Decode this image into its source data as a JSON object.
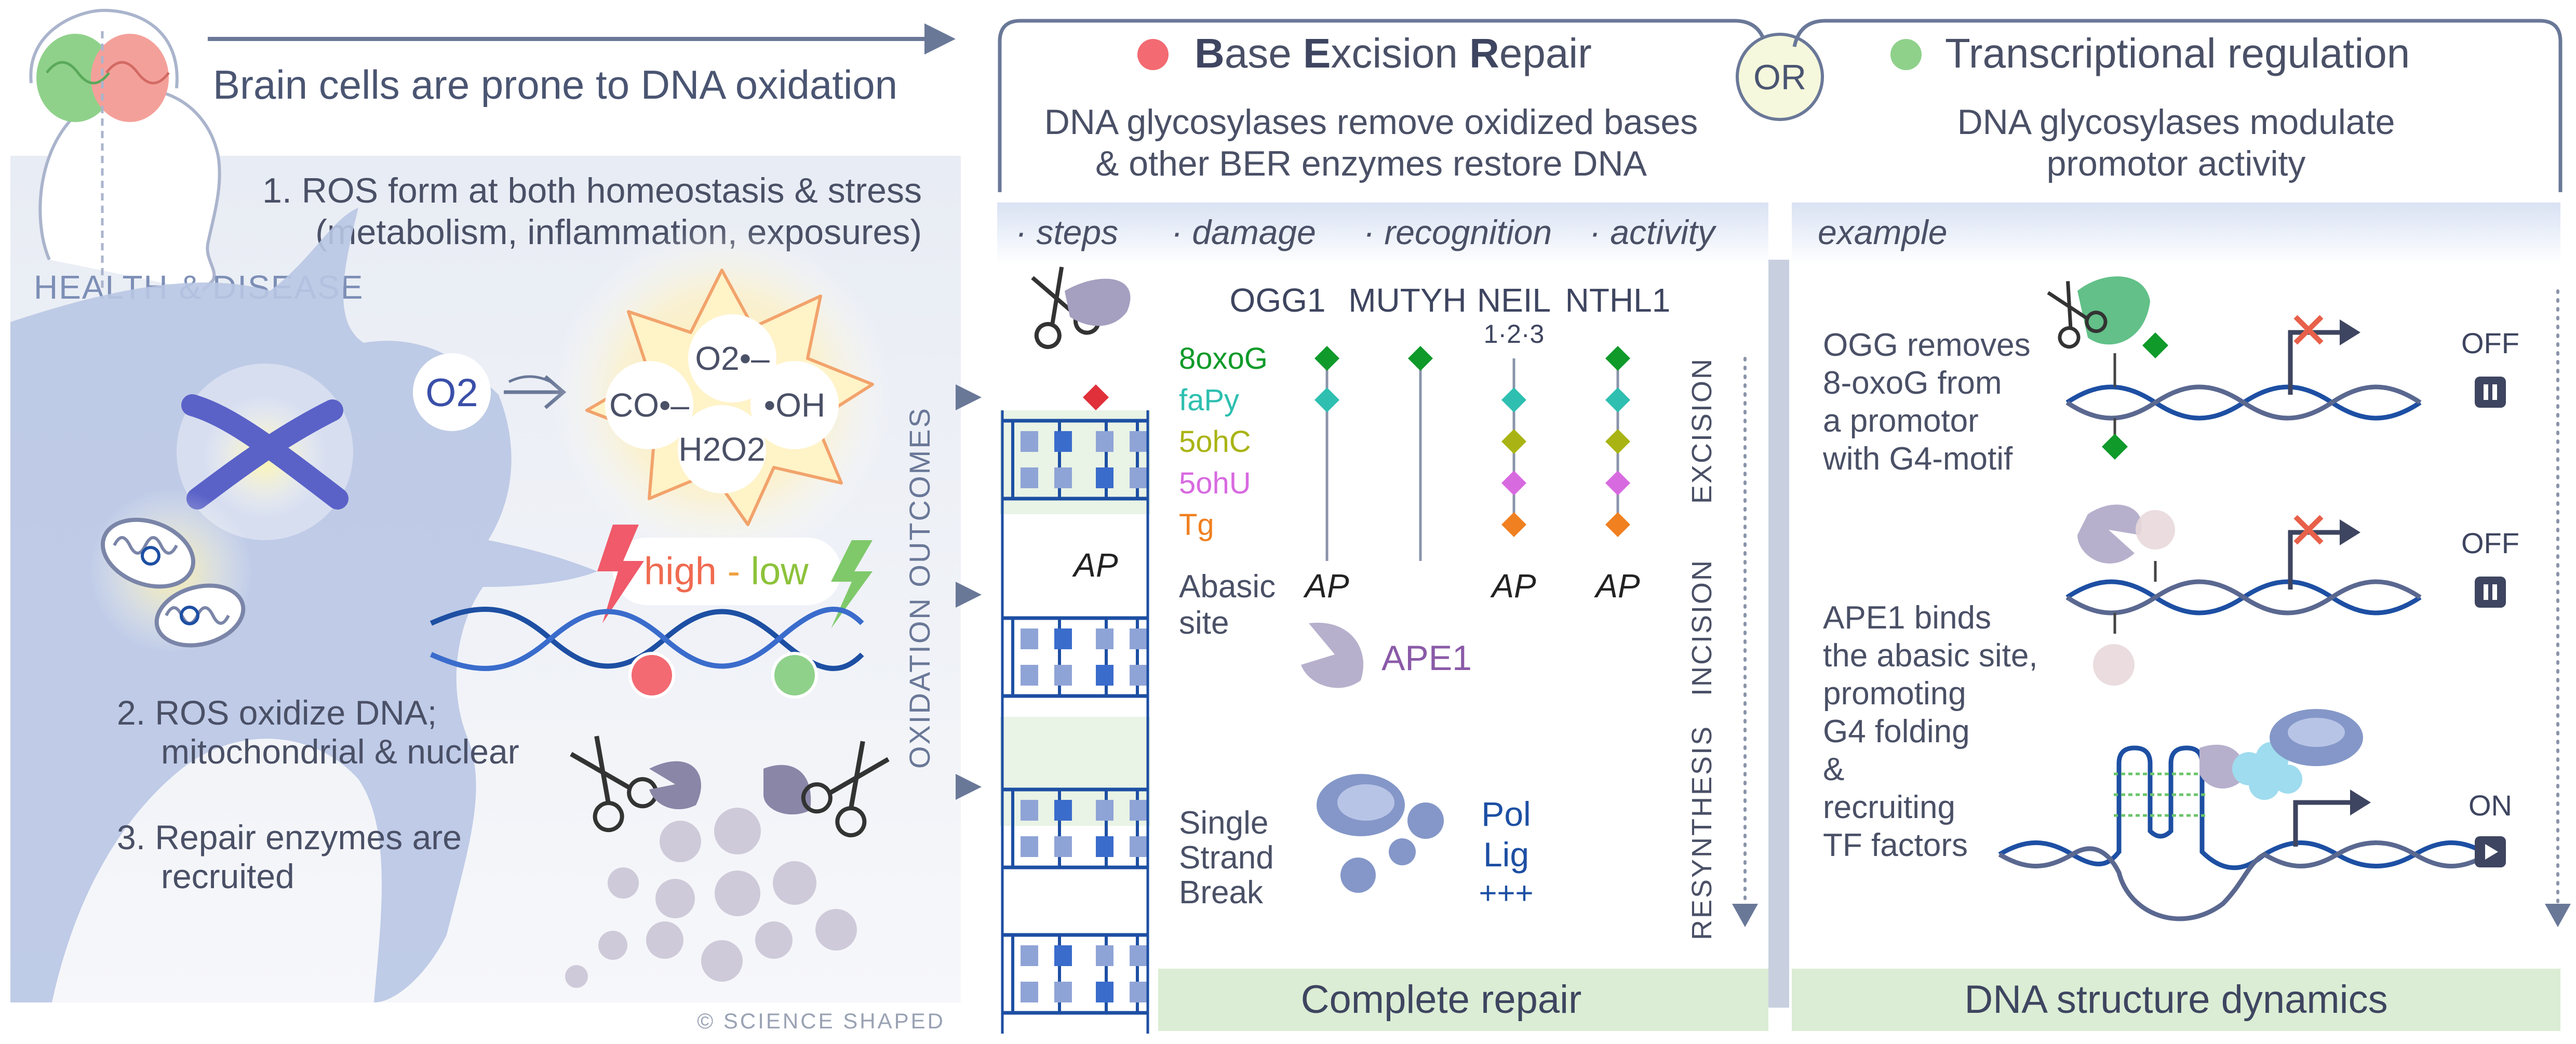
{
  "header": {
    "title": "Brain cells are prone to DNA oxidation",
    "ber_title_b1": "B",
    "ber_title_r1": "ase ",
    "ber_title_b2": "E",
    "ber_title_r2": "xcision ",
    "ber_title_b3": "R",
    "ber_title_r3": "epair",
    "ber_desc_1": "DNA glycosylases remove oxidized bases",
    "ber_desc_2": "& other BER enzymes restore DNA",
    "or_label": "OR",
    "tr_title": "Transcriptional regulation",
    "tr_desc_1": "DNA glycosylases modulate",
    "tr_desc_2": "promotor activity"
  },
  "left": {
    "point1_a": "1. ROS form at both homeostasis & stress",
    "point1_b": "(metabolism, inflammation, exposures)",
    "health_label": "HEALTH & DISEASE",
    "o2": "O2",
    "ros_o2": "O2•–",
    "ros_co": "CO•–",
    "ros_oh": "•OH",
    "ros_h2o2": "H2O2",
    "high": "high",
    "dash": " - ",
    "low": "low",
    "point2_a": "2.  ROS oxidize DNA;",
    "point2_b": "mitochondrial & nuclear",
    "point3_a": "3.  Repair enzymes are",
    "point3_b": "recruited",
    "outcomes": "OXIDATION OUTCOMES",
    "credit": "© SCIENCE SHAPED"
  },
  "ber": {
    "col_steps": "· steps",
    "col_damage": "· damage",
    "col_recognition": "· recognition",
    "col_activity": "· activity",
    "enzymes": [
      "OGG1",
      "MUTYH",
      "NEIL",
      "NTHL1"
    ],
    "neil_sub": "1·2·3",
    "damages": [
      "8oxoG",
      "faPy",
      "5ohC",
      "5ohU",
      "Tg"
    ],
    "damage_colors": [
      "#0f9a2a",
      "#2ebfb0",
      "#a9b414",
      "#d86ae0",
      "#f08020"
    ],
    "ap": "AP",
    "abasic_1": "Abasic",
    "abasic_2": "site",
    "ape1": "APE1",
    "ssb_1": "Single",
    "ssb_2": "Strand",
    "ssb_3": "Break",
    "pol": "Pol",
    "lig": "Lig",
    "plus": "+++",
    "stage_excision": "EXCISION",
    "stage_incision": "INCISION",
    "stage_resynthesis": "RESYNTHESIS",
    "footer": "Complete repair",
    "matrix": [
      [
        "OGG1",
        "8oxoG",
        "faPy"
      ],
      [
        "MUTYH",
        "8oxoG"
      ],
      [
        "NEIL",
        "faPy",
        "5ohC",
        "5ohU",
        "Tg"
      ],
      [
        "NTHL1",
        "8oxoG",
        "faPy",
        "5ohC",
        "5ohU",
        "Tg"
      ]
    ]
  },
  "tr": {
    "col_example": "example",
    "ex1_lines": [
      "OGG removes",
      "8-oxoG from",
      "a promotor",
      "with G4-motif"
    ],
    "ex2_lines": [
      "APE1 binds",
      "the abasic site,",
      "promoting",
      "G4 folding",
      "&",
      "recruiting",
      "TF factors"
    ],
    "off": "OFF",
    "on": "ON",
    "footer": "DNA structure dynamics"
  },
  "colors": {
    "navy": "#5a6890",
    "text": "#4a5066",
    "band": "#dfe6f5",
    "green_footer": "#dbedd4",
    "red_dot": "#f36a72",
    "green_dot": "#8fd18a",
    "dna_blue": "#1d4fa3"
  }
}
